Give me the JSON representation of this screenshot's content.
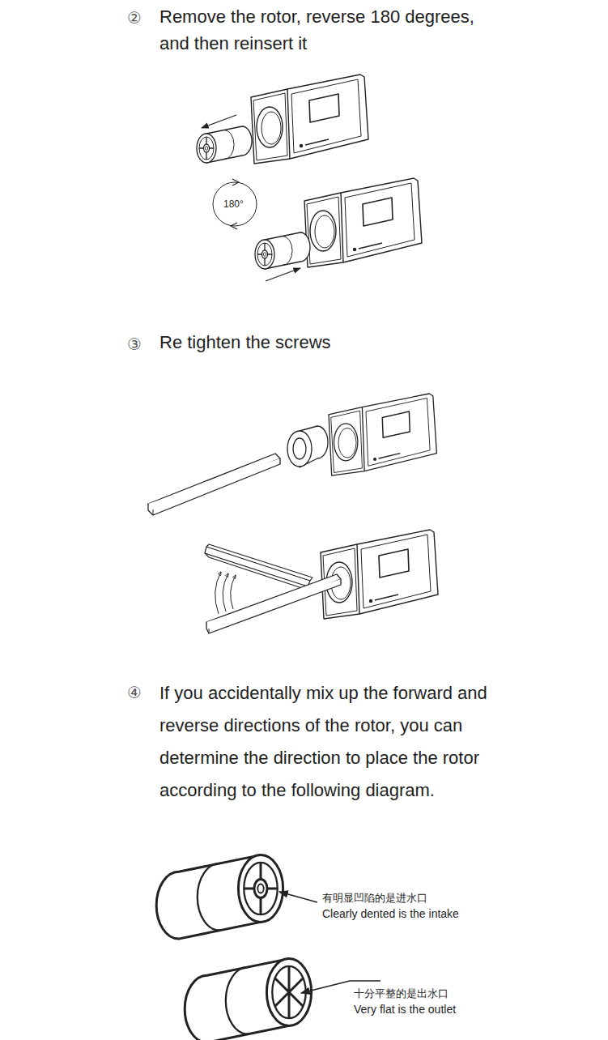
{
  "diagram": {
    "labels": [
      "②",
      "Remove the rotor, reverse 180 degrees, and then reinsert it",
      "180°",
      "③",
      "Re tighten the screws",
      "④",
      "If you accidentally mix up the forward and reverse directions of the rotor, you can determine the direction to place the rotor according to the following diagram.",
      "有明显凹陷的是进水口",
      "Clearly dented is the intake",
      "十分平整的是出水口",
      "Very flat is the outlet"
    ]
  }
}
